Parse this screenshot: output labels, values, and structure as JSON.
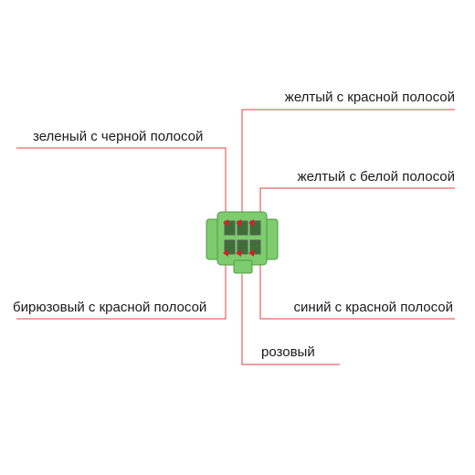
{
  "colors": {
    "leader_line": "#e04040",
    "connector_body": "#7dcc6e",
    "connector_edge": "#4f9a45",
    "connector_cavity": "#5a5a5a",
    "pin_marker": "#d42020"
  },
  "labels": {
    "top_right": "желтый с красной полосой",
    "upper_left": "зеленый с черной полосой",
    "middle_right": "желтый с белой полосой",
    "lower_left": "бирюзовый с красной полосой",
    "lower_right": "синий с красной полосой",
    "bottom": "розовый"
  }
}
